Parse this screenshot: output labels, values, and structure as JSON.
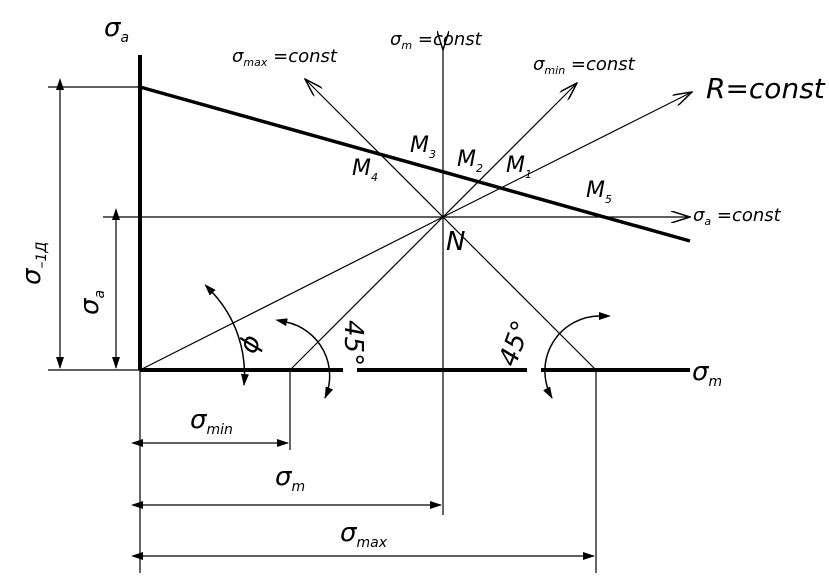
{
  "diagram": {
    "axes": {
      "vertical_label": {
        "base": "σ",
        "sub": "a"
      },
      "horizontal_label": {
        "base": "σ",
        "sub": "m"
      }
    },
    "rays": {
      "sigma_max_const": {
        "base": "σ",
        "sub": "max",
        "rest": " =const"
      },
      "sigma_m_const": {
        "base": "σ",
        "sub": "m",
        "rest": " =const"
      },
      "sigma_min_const": {
        "base": "σ",
        "sub": "min",
        "rest": " =const"
      },
      "r_const": "R=const",
      "sigma_a_const": {
        "base": "σ",
        "sub": "a",
        "rest": " =const"
      }
    },
    "points": {
      "m1": {
        "base": "M",
        "sub": "1"
      },
      "m2": {
        "base": "M",
        "sub": "2"
      },
      "m3": {
        "base": "M",
        "sub": "3"
      },
      "m4": {
        "base": "M",
        "sub": "4"
      },
      "m5": {
        "base": "M",
        "sub": "5"
      },
      "n": "N"
    },
    "dimensions": {
      "sigma_minus1d": {
        "base": "σ",
        "sub": "–1Д"
      },
      "sigma_a": {
        "base": "σ",
        "sub": "a"
      },
      "sigma_min": {
        "base": "σ",
        "sub": "min"
      },
      "sigma_m": {
        "base": "σ",
        "sub": "m"
      },
      "sigma_max": {
        "base": "σ",
        "sub": "max"
      }
    },
    "angles": {
      "phi": "ϕ",
      "left_45": "45°",
      "right_45": "45°"
    }
  }
}
